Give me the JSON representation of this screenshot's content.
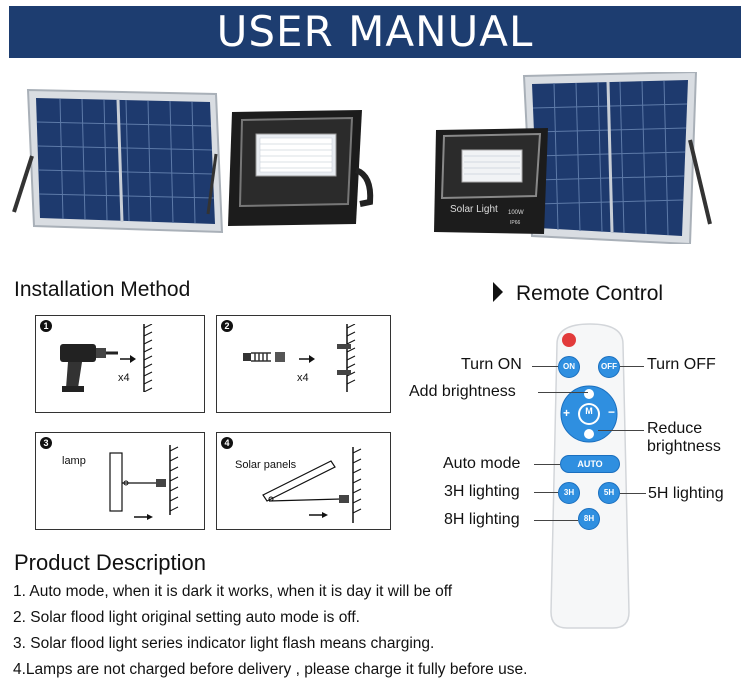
{
  "banner": {
    "title": "USER MANUAL"
  },
  "photos": {
    "product_left": "solar panel and flood light",
    "product_right_label": "Solar Light",
    "product_right_watt": "100W",
    "product_right_ip": "IP66"
  },
  "installation": {
    "title": "Installation Method",
    "steps": [
      {
        "num": "1",
        "label": "x4"
      },
      {
        "num": "2",
        "label": "x4"
      },
      {
        "num": "3",
        "label": "lamp"
      },
      {
        "num": "4",
        "label": "Solar panels"
      }
    ]
  },
  "remote": {
    "title": "Remote Control",
    "labels": {
      "turn_on": "Turn ON",
      "turn_off": "Turn OFF",
      "add_brightness": "Add  brightness",
      "reduce_brightness_1": "Reduce",
      "reduce_brightness_2": "brightness",
      "auto_mode": "Auto mode",
      "h3": "3H lighting",
      "h5": "5H lighting",
      "h8": "8H lighting"
    },
    "buttons": {
      "on": "ON",
      "off": "OFF",
      "plus": "+",
      "minus": "−",
      "m": "M",
      "auto": "AUTO",
      "h3": "3H",
      "h5": "5H",
      "h8": "8H"
    },
    "colors": {
      "button_blue": "#2f8fe0",
      "power_red": "#e23b3b"
    }
  },
  "product": {
    "title": "Product Description",
    "lines": [
      "1. Auto mode, when it is dark it works, when it is day it will be off",
      "2. Solar flood light original setting auto mode is off.",
      "3. Solar flood light series indicator light flash means charging.",
      "4.Lamps are not charged before delivery , please charge it fully before use."
    ]
  },
  "colors": {
    "banner": "#1d3d70"
  }
}
